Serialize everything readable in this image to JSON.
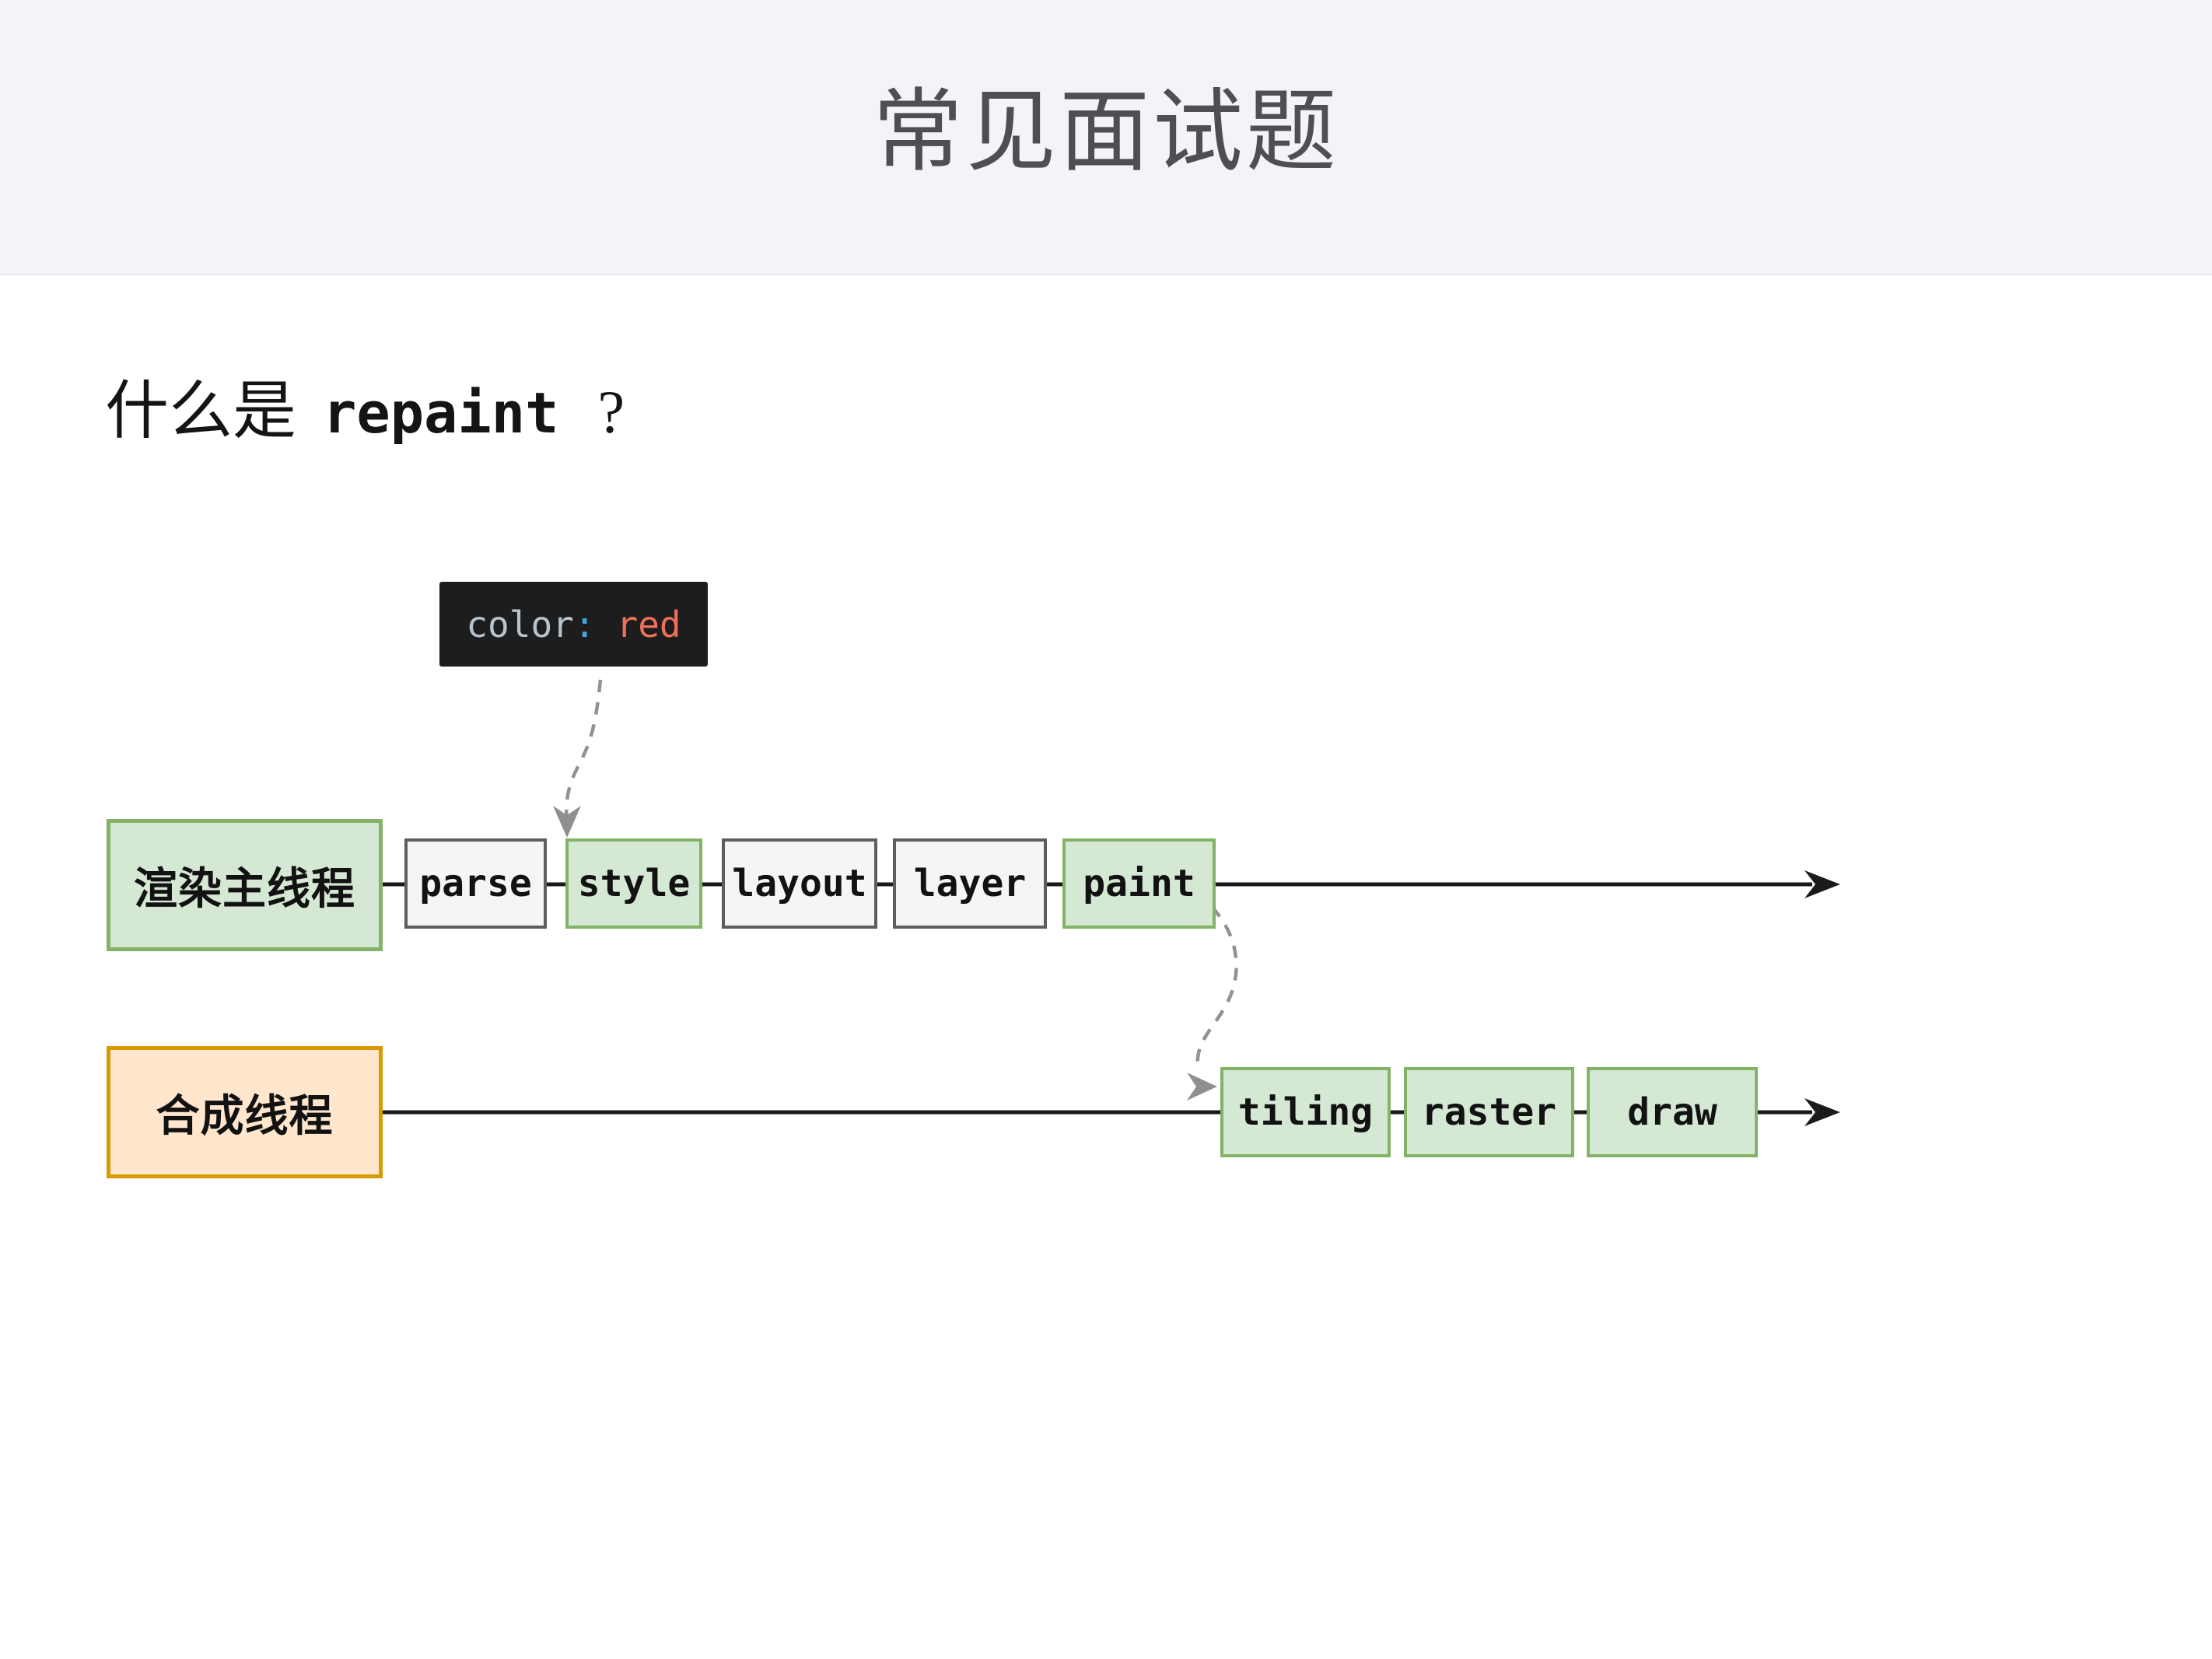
{
  "page": {
    "title": "常见面试题",
    "header_background": "#f4f3f8",
    "background": "#ffffff"
  },
  "question": {
    "prefix": "什么是",
    "code": "repaint",
    "suffix": "?"
  },
  "tooltip": {
    "property": "color",
    "colon": ":",
    "value": "red",
    "background": "#1d1d1d",
    "property_color": "#b7c3cd",
    "colon_color": "#3fa7e1",
    "value_color": "#f0705a"
  },
  "diagram": {
    "main_thread": {
      "label": "渲染主线程",
      "stages": [
        {
          "label": "parse",
          "variant": "gray"
        },
        {
          "label": "style",
          "variant": "green"
        },
        {
          "label": "layout",
          "variant": "gray"
        },
        {
          "label": "layer",
          "variant": "gray"
        },
        {
          "label": "paint",
          "variant": "green"
        }
      ]
    },
    "compositor_thread": {
      "label": "合成线程",
      "stages": [
        {
          "label": "tiling",
          "variant": "green"
        },
        {
          "label": "raster",
          "variant": "green"
        },
        {
          "label": "draw",
          "variant": "green"
        }
      ]
    },
    "colors": {
      "green_fill": "#d5e8d4",
      "green_border": "#82b366",
      "orange_fill": "#ffe6cc",
      "orange_border": "#d79b00",
      "gray_fill": "#f5f5f5",
      "gray_border": "#5d5d5d",
      "timeline": "#1a1a1a",
      "dashed_arrow": "#929292"
    }
  }
}
